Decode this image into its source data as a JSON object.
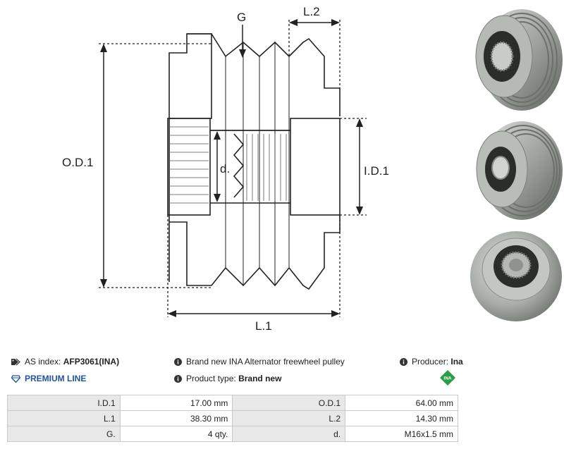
{
  "drawing": {
    "labels": {
      "g": "G",
      "l2": "L.2",
      "od1": "O.D.1",
      "id1": "I.D.1",
      "d": "d.",
      "l1": "L.1"
    }
  },
  "info": {
    "as_index_label": "AS index:",
    "as_index_value": "AFP3061(INA)",
    "premium": "PREMIUM LINE",
    "description": "Brand new INA Alternator freewheel pulley",
    "product_type_label": "Product type:",
    "product_type_value": "Brand new",
    "producer_label": "Producer:",
    "producer_value": "Ina",
    "brand_logo_text": "INA"
  },
  "specs": [
    {
      "label_a": "I.D.1",
      "value_a": "17.00 mm",
      "label_b": "O.D.1",
      "value_b": "64.00 mm"
    },
    {
      "label_a": "L.1",
      "value_a": "38.30 mm",
      "label_b": "L.2",
      "value_b": "14.30 mm"
    },
    {
      "label_a": "G.",
      "value_a": "4 qty.",
      "label_b": "d.",
      "value_b": "M16x1.5 mm"
    }
  ],
  "colors": {
    "premium": "#1e55a0",
    "logo_green": "#2a9d46",
    "label_cell": "#e8e8e8"
  },
  "icons": [
    "tag-icon",
    "diamond-icon",
    "info-icon",
    "ina-logo-icon"
  ]
}
